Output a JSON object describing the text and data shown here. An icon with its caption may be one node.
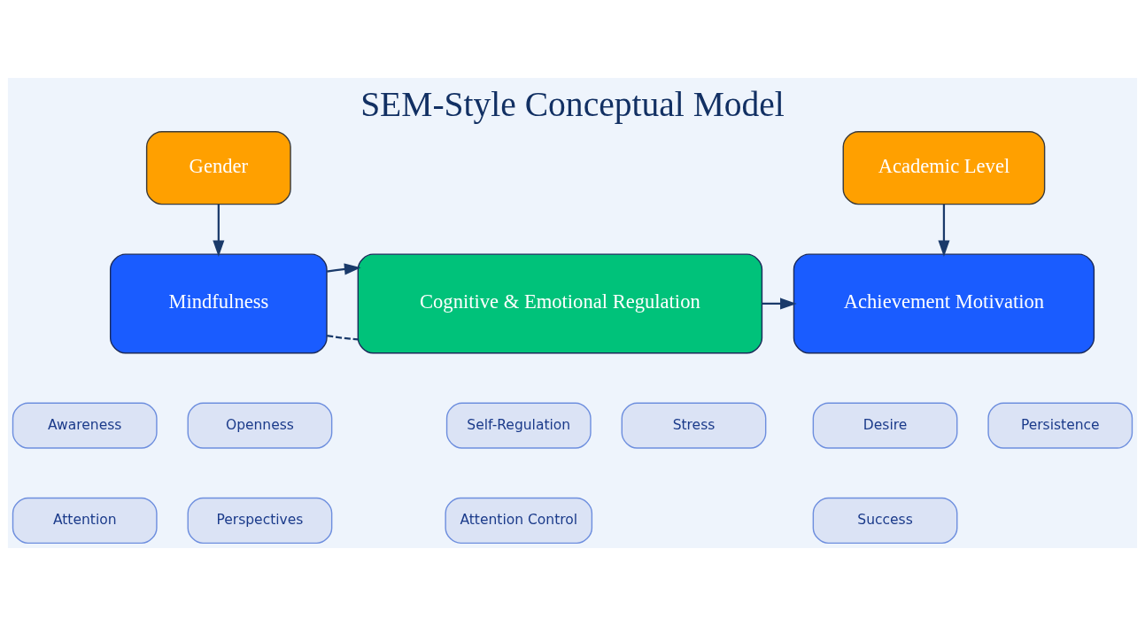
{
  "diagram": {
    "title": "SEM-Style Conceptual Model",
    "nodes": [
      {
        "text": [
          "Gender"
        ]
      },
      {
        "text": [
          "Academic Level"
        ]
      },
      {
        "text": [
          "Mindfulness"
        ]
      },
      {
        "text": [
          "Cognitive & Emotional Regulation"
        ]
      },
      {
        "text": [
          "Achievement Motivation"
        ]
      },
      {
        "text": [
          "Awareness"
        ]
      },
      {
        "text": [
          "Openness"
        ]
      },
      {
        "text": [
          "Attention"
        ]
      },
      {
        "text": [
          "Perspectives"
        ]
      },
      {
        "text": [
          "Self-Regulation"
        ]
      },
      {
        "text": [
          "Stress"
        ]
      },
      {
        "text": [
          "Attention Control"
        ]
      },
      {
        "text": [
          "Desire"
        ]
      },
      {
        "text": [
          "Persistence"
        ]
      },
      {
        "text": [
          "Success"
        ]
      }
    ],
    "edges": [
      {
        "from": 0,
        "to": 2,
        "arrow": "to"
      },
      {
        "from": 1,
        "to": 4,
        "arrow": "to"
      },
      {
        "from": 2,
        "to": 3,
        "arrow": "none",
        "style": "dashed"
      },
      {
        "from": 2,
        "to": 3,
        "arrow": "to"
      },
      {
        "from": 3,
        "to": 4,
        "arrow": "to"
      }
    ]
  }
}
